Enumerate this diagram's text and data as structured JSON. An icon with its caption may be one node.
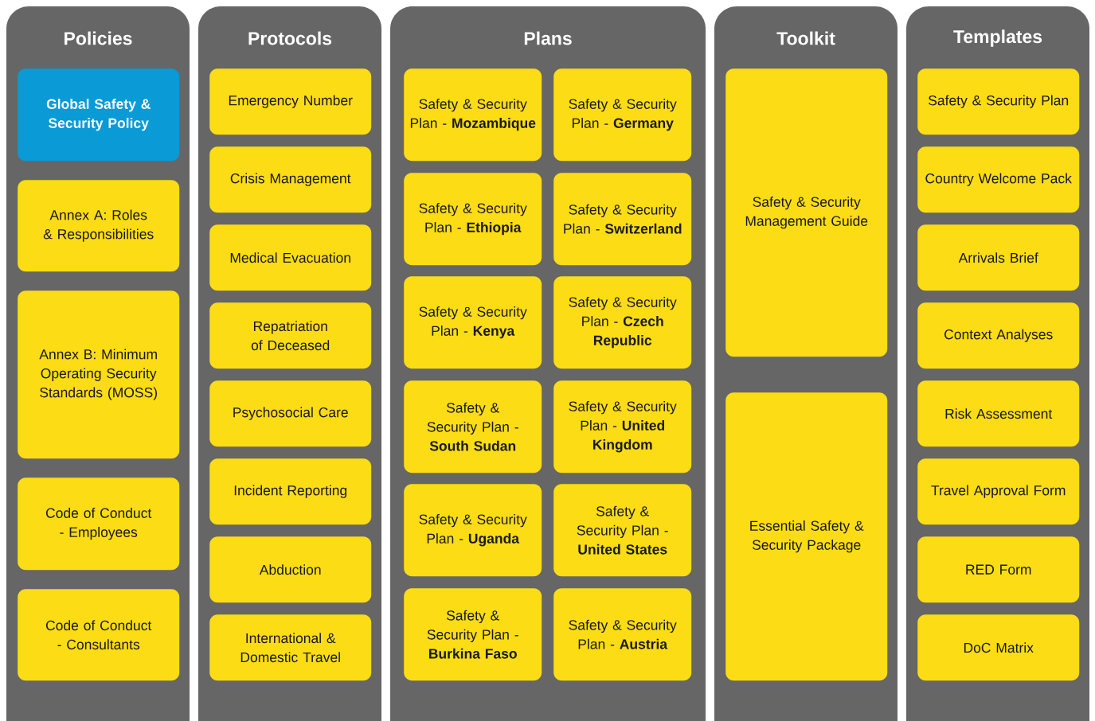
{
  "diagram": {
    "nodes": [
      {
        "text": [
          "Policies"
        ]
      },
      {
        "text": [
          "Global Safety & Security Policy"
        ],
        "in": 0
      },
      {
        "text": [
          "Annex A: Roles & Responsibilities"
        ],
        "in": 0
      },
      {
        "text": [
          "Annex B: Minimum Operating Security Standards (MOSS)"
        ],
        "in": 0
      },
      {
        "text": [
          "Code of Conduct - Employees"
        ],
        "in": 0
      },
      {
        "text": [
          "Code of Conduct - Consultants"
        ],
        "in": 0
      },
      {
        "text": [
          "Protocols"
        ]
      },
      {
        "text": [
          "Emergency Number"
        ],
        "in": 6
      },
      {
        "text": [
          "Crisis Management"
        ],
        "in": 6
      },
      {
        "text": [
          "Medical Evacuation"
        ],
        "in": 6
      },
      {
        "text": [
          "Repatriation of Deceased"
        ],
        "in": 6
      },
      {
        "text": [
          "Psychosocial Care"
        ],
        "in": 6
      },
      {
        "text": [
          "Incident Reporting"
        ],
        "in": 6
      },
      {
        "text": [
          "Abduction"
        ],
        "in": 6
      },
      {
        "text": [
          "International & Domestic Travel"
        ],
        "in": 6
      },
      {
        "text": [
          "Plans"
        ]
      },
      {
        "text": [
          "Safety & Security Plan - **Mozambique**"
        ],
        "in": 15
      },
      {
        "text": [
          "Safety & Security Plan - **Germany**"
        ],
        "in": 15
      },
      {
        "text": [
          "Safety & Security Plan - **Ethiopia**"
        ],
        "in": 15
      },
      {
        "text": [
          "Safety & Security Plan - **Switzerland**"
        ],
        "in": 15
      },
      {
        "text": [
          "Safety & Security Plan - **Kenya**"
        ],
        "in": 15
      },
      {
        "text": [
          "Safety & Security Plan - **Czech Republic**"
        ],
        "in": 15
      },
      {
        "text": [
          "Safety & Security Plan - **South Sudan**"
        ],
        "in": 15
      },
      {
        "text": [
          "Safety & Security Plan - **United Kingdom**"
        ],
        "in": 15
      },
      {
        "text": [
          "Safety & Security Plan - **Uganda**"
        ],
        "in": 15
      },
      {
        "text": [
          "Safety & Security Plan - **United States**"
        ],
        "in": 15
      },
      {
        "text": [
          "Safety & Security Plan - **Burkina Faso**"
        ],
        "in": 15
      },
      {
        "text": [
          "Safety & Security Plan - **Austria**"
        ],
        "in": 15
      },
      {
        "text": [
          "Toolkit"
        ]
      },
      {
        "text": [
          "Safety & Security Management Guide"
        ],
        "in": 28
      },
      {
        "text": [
          "Essential Safety & Security Package"
        ],
        "in": 28
      },
      {
        "text": [
          "Templates"
        ]
      },
      {
        "text": [
          "Safety & Security Plan"
        ],
        "in": 31
      },
      {
        "text": [
          "Country Welcome Pack"
        ],
        "in": 31
      },
      {
        "text": [
          "Arrivals Brief"
        ],
        "in": 31
      },
      {
        "text": [
          "Context Analyses"
        ],
        "in": 31
      },
      {
        "text": [
          "Risk Assessment"
        ],
        "in": 31
      },
      {
        "text": [
          "Travel Approval Form"
        ],
        "in": 31
      },
      {
        "text": [
          "RED Form"
        ],
        "in": 31
      },
      {
        "text": [
          "DoC Matrix"
        ],
        "in": 31
      }
    ]
  }
}
